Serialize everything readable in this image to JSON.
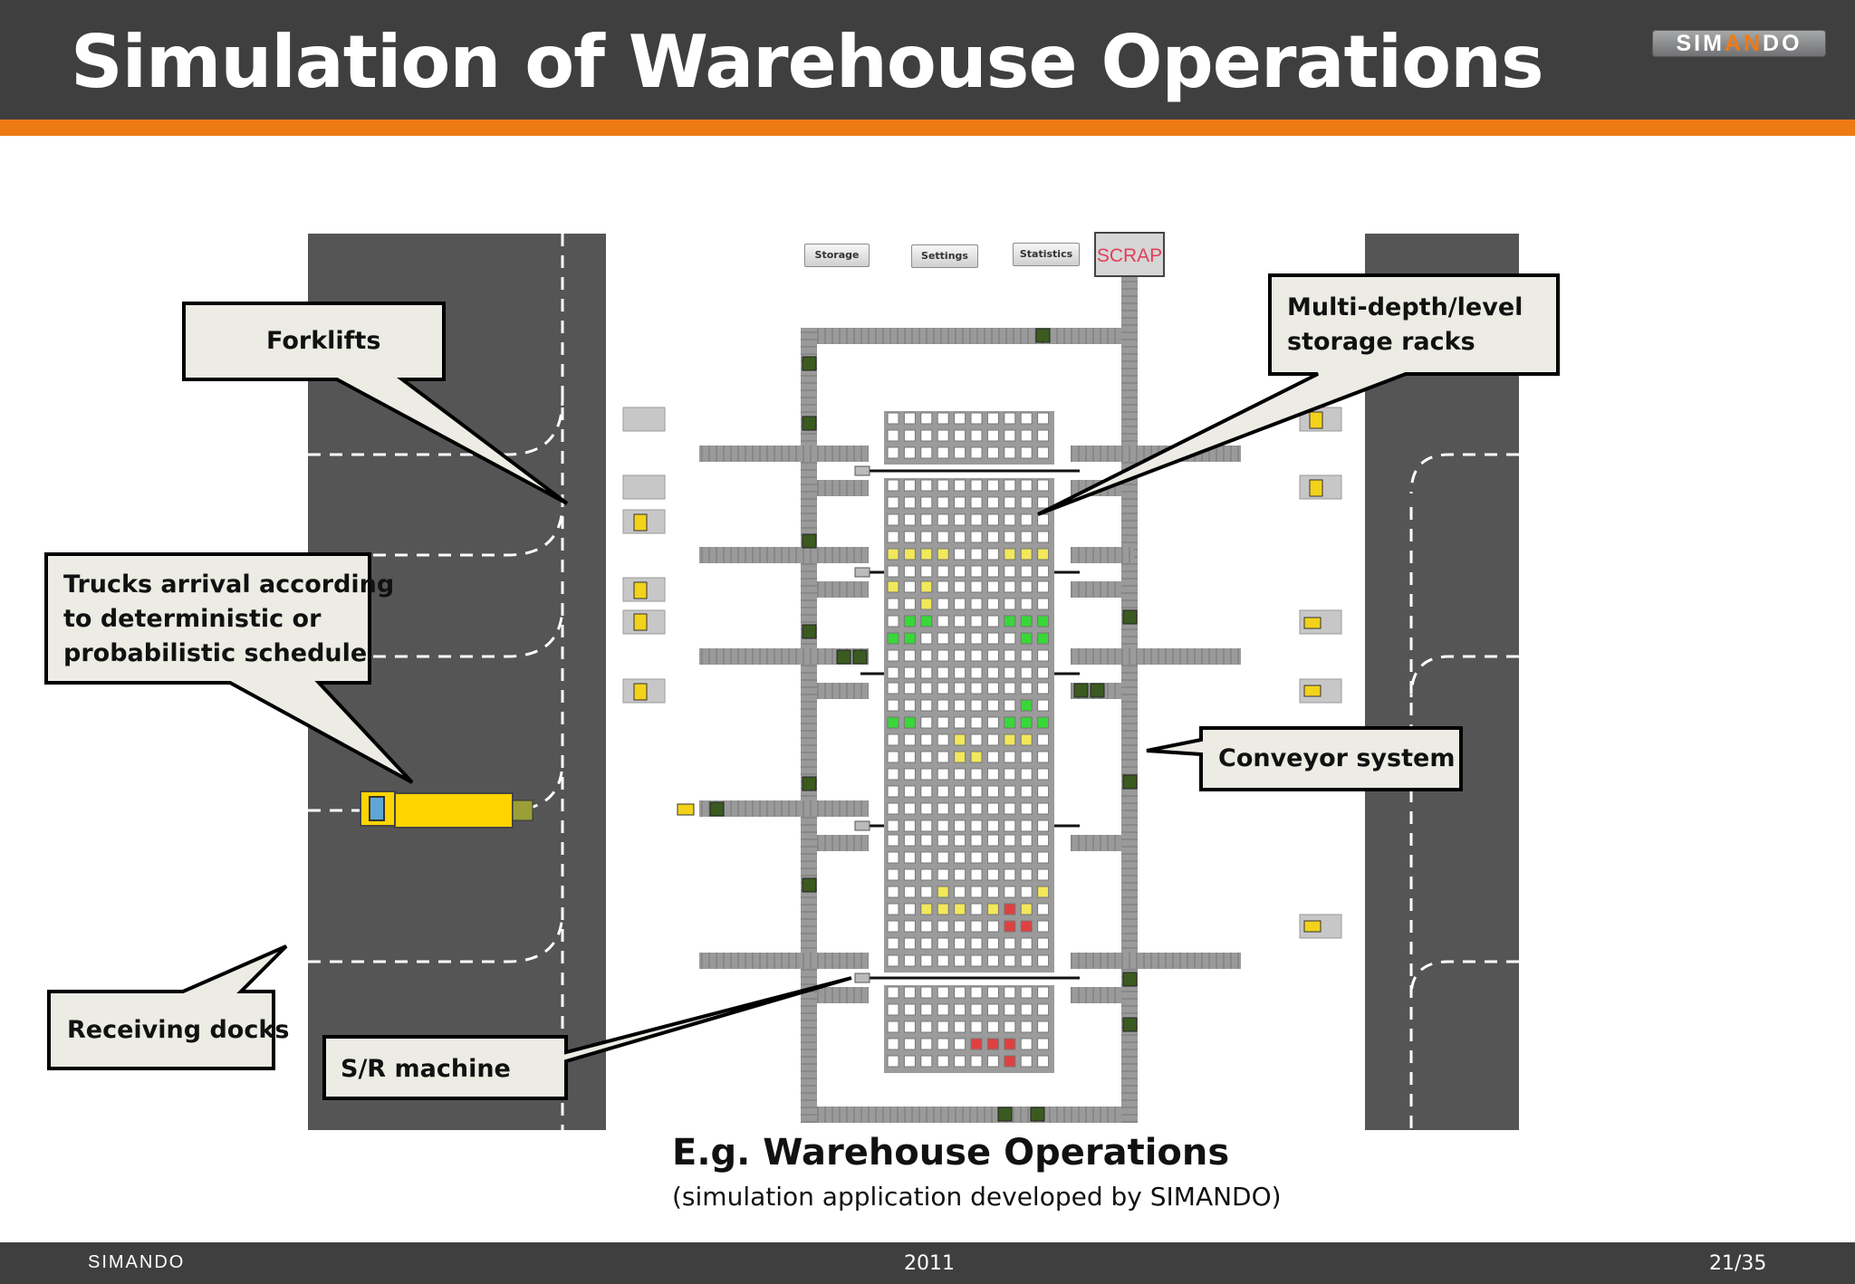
{
  "slide": {
    "title": "Simulation of Warehouse Operations",
    "logo": {
      "part1": "SIM",
      "part2": "AN",
      "part3": "DO"
    },
    "caption_main": "E.g. Warehouse Operations",
    "caption_sub": "(simulation application developed by SIMANDO)"
  },
  "simulation": {
    "buttons": {
      "storage": "Storage",
      "settings": "Settings",
      "statistics": "Statistics"
    },
    "scrap_label": "SCRAP"
  },
  "callouts": {
    "forklifts": "Forklifts",
    "trucks_line1": "Trucks arrival according",
    "trucks_line2": "to deterministic or",
    "trucks_line3": "probabilistic schedule",
    "receiving_docks": "Receiving docks",
    "sr_machine": "S/R machine",
    "racks_line1": "Multi-depth/level",
    "racks_line2": "storage racks",
    "conveyor": "Conveyor system"
  },
  "footer": {
    "logo": "SIMANDO",
    "year": "2011",
    "page": "21/35"
  },
  "colors": {
    "header_bg": "#3f3f3f",
    "accent_orange": "#ee7a14",
    "callout_fill": "#ecebe4",
    "road": "#555555",
    "truck": "#ffd400",
    "cell_yellow": "#f2e85a",
    "cell_green": "#38d838",
    "cell_red": "#e04040"
  }
}
